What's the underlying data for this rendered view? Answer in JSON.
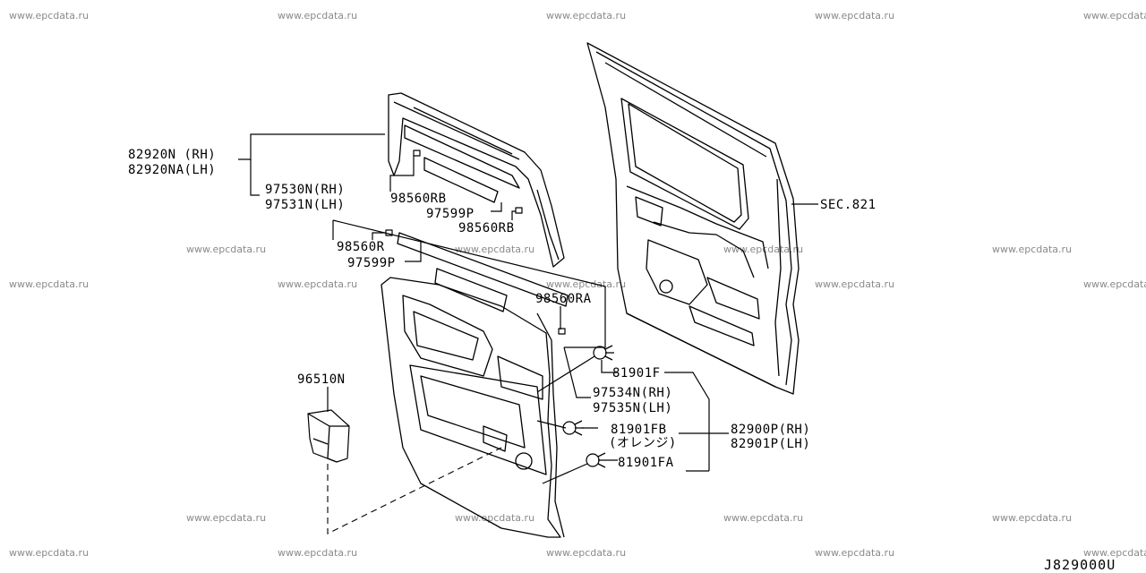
{
  "watermark": "www.epcdata.ru",
  "labels": {
    "p82920N": "82920N (RH)",
    "p82920NA": "82920NA(LH)",
    "p97530N": "97530N(RH)",
    "p97531N": "97531N(LH)",
    "p98560RB_a": "98560RB",
    "p97599P_a": "97599P",
    "p98560RB_b": "98560RB",
    "p98560R": "98560R",
    "p97599P_b": "97599P",
    "p98560RA": "98560RA",
    "p96510N": "96510N",
    "p81901F": "81901F",
    "p97534N": "97534N(RH)",
    "p97535N": "97535N(LH)",
    "p81901FB": "81901FB",
    "p81901FB_note": "(オレンジ)",
    "p81901FA": "81901FA",
    "p82900P": "82900P(RH)",
    "p82901P": "82901P(LH)",
    "sec821": "SEC.821"
  },
  "diagram_code": "J829000U"
}
